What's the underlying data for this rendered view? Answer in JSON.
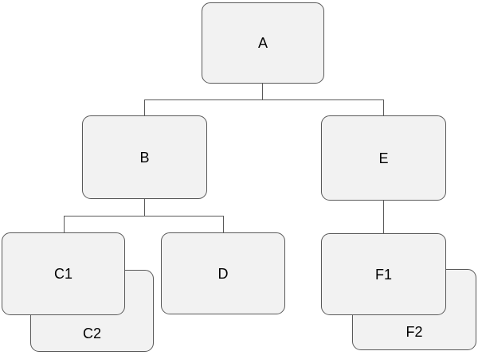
{
  "diagram": {
    "type": "tree",
    "title": "",
    "nodes": [
      {
        "id": "A",
        "label": "A",
        "parent": null,
        "stacked_behind": null
      },
      {
        "id": "B",
        "label": "B",
        "parent": "A",
        "stacked_behind": null
      },
      {
        "id": "C1",
        "label": "C1",
        "parent": "B",
        "stacked_behind": null
      },
      {
        "id": "C2",
        "label": "C2",
        "parent": "B",
        "stacked_behind": "C1"
      },
      {
        "id": "D",
        "label": "D",
        "parent": "B",
        "stacked_behind": null
      },
      {
        "id": "E",
        "label": "E",
        "parent": "A",
        "stacked_behind": null
      },
      {
        "id": "F1",
        "label": "F1",
        "parent": "E",
        "stacked_behind": null
      },
      {
        "id": "F2",
        "label": "F2",
        "parent": "E",
        "stacked_behind": "F1"
      }
    ],
    "edges": [
      {
        "from": "A",
        "to": "B"
      },
      {
        "from": "A",
        "to": "E"
      },
      {
        "from": "B",
        "to": "C1"
      },
      {
        "from": "B",
        "to": "D"
      },
      {
        "from": "E",
        "to": "F1"
      }
    ],
    "colors": {
      "background": "#ffffff",
      "node_fill": "#f2f2f2",
      "node_border": "#595959",
      "connector": "#595959",
      "text": "#000000"
    }
  }
}
